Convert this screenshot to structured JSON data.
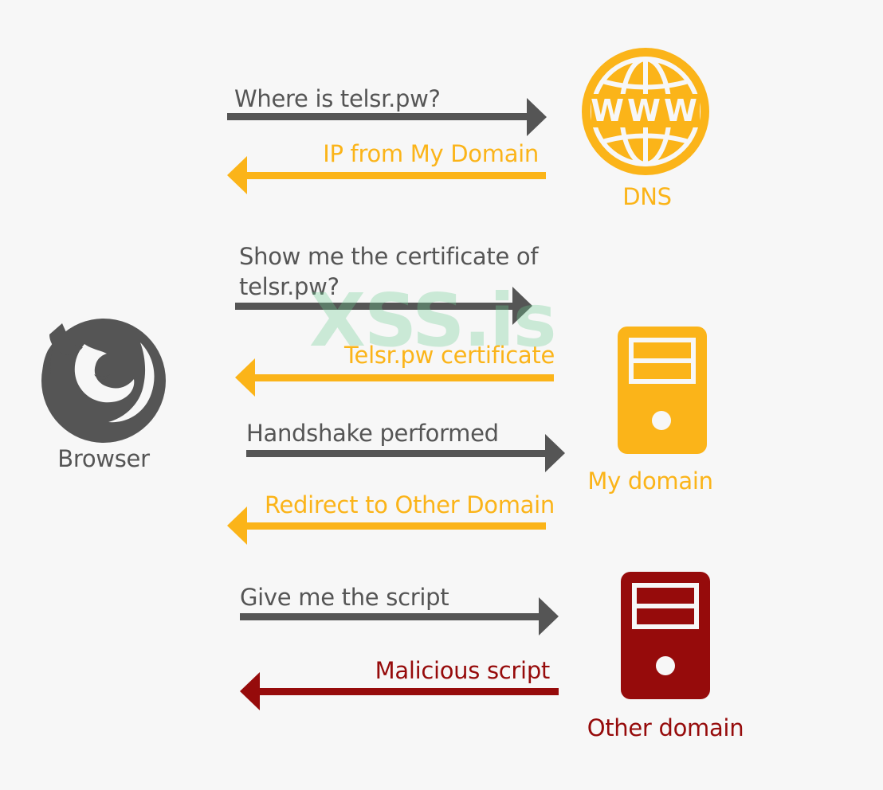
{
  "actors": {
    "browser": {
      "label": "Browser",
      "icon": "firefox-icon"
    },
    "dns": {
      "label": "DNS",
      "icon": "globe-www-icon"
    },
    "my_domain": {
      "label": "My domain",
      "icon": "server-icon"
    },
    "other_domain": {
      "label": "Other domain",
      "icon": "server-icon"
    }
  },
  "globe_text": "WWW",
  "messages": [
    {
      "text": "Where is telsr.pw?",
      "direction": "right",
      "color": "#555555"
    },
    {
      "text": "IP from My Domain",
      "direction": "left",
      "color": "#fbb419"
    },
    {
      "text": "Show me the certificate of",
      "text_line2": "telsr.pw?",
      "direction": "right",
      "color": "#555555"
    },
    {
      "text": "Telsr.pw certificate",
      "direction": "left",
      "color": "#fbb419"
    },
    {
      "text": "Handshake performed",
      "direction": "right",
      "color": "#555555"
    },
    {
      "text": "Redirect to Other Domain",
      "direction": "left",
      "color": "#fbb419"
    },
    {
      "text": "Give me the script",
      "direction": "right",
      "color": "#555555"
    },
    {
      "text": "Malicious script",
      "direction": "left",
      "color": "#960b0b"
    }
  ],
  "watermark": "XSS.is",
  "colors": {
    "background": "#f7f7f7",
    "dark_gray": "#555555",
    "accent_yellow": "#fbb419",
    "danger_red": "#960b0b"
  }
}
